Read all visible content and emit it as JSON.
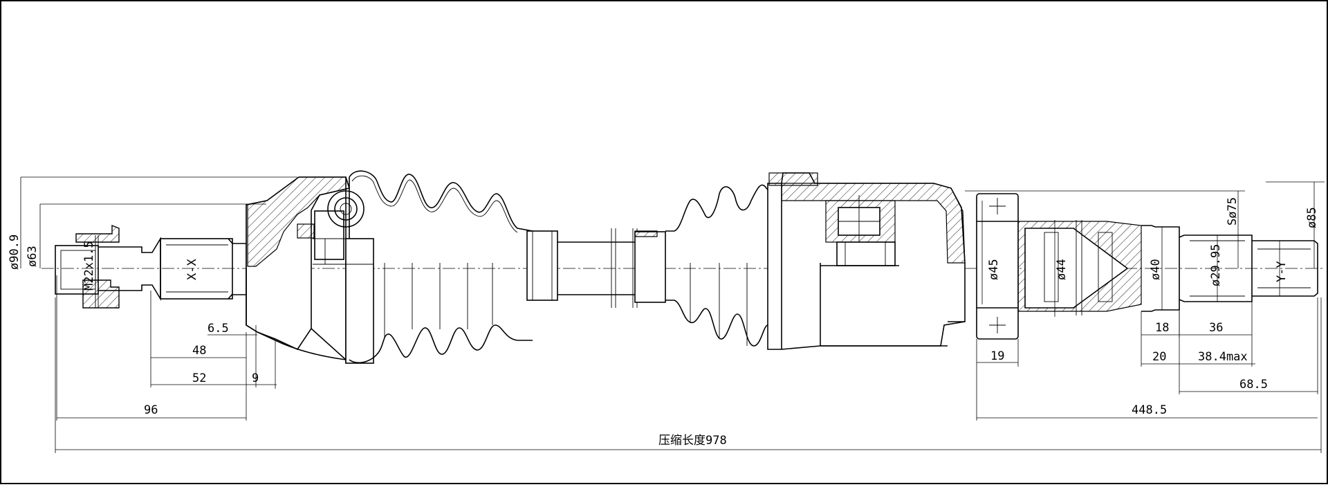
{
  "drawing": {
    "dimensions": {
      "d_90_9": "ø90.9",
      "d_63": "ø63",
      "m22": "M22x1.5",
      "xx": "X-X",
      "d_6_5": "6.5",
      "d_48": "48",
      "d_52": "52",
      "d_9": "9",
      "d_96": "96",
      "d_45": "ø45",
      "d_44": "ø44",
      "d_40": "ø40",
      "d_29_95": "ø29.95",
      "s_75": "Sø75",
      "d_85": "ø85",
      "yy": "Y-Y",
      "d_19": "19",
      "d_18": "18",
      "d_36": "36",
      "d_20": "20",
      "d_38_4": "38.4max",
      "d_68_5": "68.5",
      "d_448_5": "448.5",
      "total": "压缩长度978"
    }
  }
}
